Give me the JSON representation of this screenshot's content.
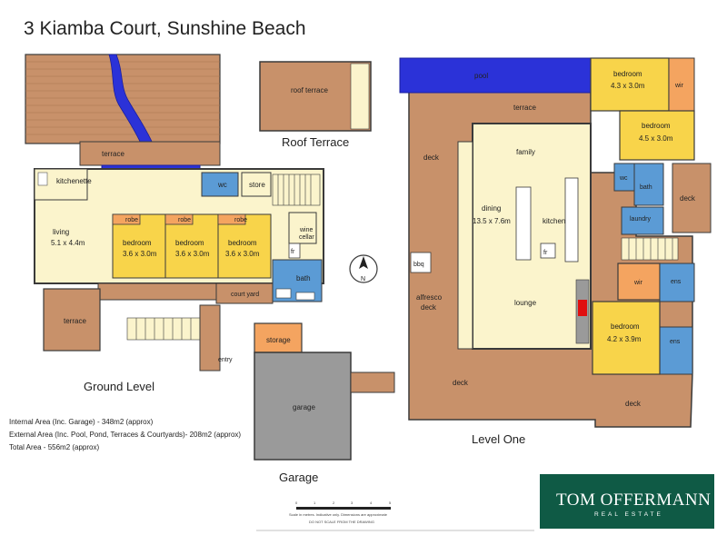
{
  "title": "3 Kiamba Court, Sunshine Beach",
  "levels": {
    "ground": "Ground Level",
    "roof": "Roof Terrace",
    "garage": "Garage",
    "level_one": "Level One"
  },
  "ground_rooms": {
    "terrace_top": "terrace",
    "pond": "pond",
    "wc": "wc",
    "store": "store",
    "kitchenette": "kitchenette",
    "living": "living",
    "living_size": "5.1 x 4.4m",
    "robe": "robe",
    "bedroom": "bedroom",
    "bedroom_size": "3.6 x 3.0m",
    "wine": "wine",
    "cellar": "cellar",
    "fr": "fr",
    "bath": "bath",
    "court_yard": "court yard",
    "terrace_bottom": "terrace",
    "entry": "entry"
  },
  "roof_rooms": {
    "roof_terrace": "roof terrace"
  },
  "garage_rooms": {
    "storage": "storage",
    "garage": "garage"
  },
  "level_one_rooms": {
    "pool": "pool",
    "terrace": "terrace",
    "deck": "deck",
    "family": "family",
    "dining": "dining",
    "dining_size": "13.5 x 7.6m",
    "kitchen": "kitchen",
    "fr": "fr",
    "bbq": "bbq",
    "alfresco": "alfresco",
    "alfresco2": "deck",
    "lounge": "lounge",
    "bedroom": "bedroom",
    "bed1_size": "4.3 x 3.0m",
    "bed2_size": "4.5 x 3.0m",
    "wir": "wir",
    "wc": "wc",
    "bath": "bath",
    "laundry": "laundry",
    "ens": "ens",
    "master_size": "4.2 x 3.9m"
  },
  "areas": {
    "internal": "Internal Area (Inc. Garage) - 348m2 (approx)",
    "external": "External Area (Inc. Pool, Pond, Terraces & Courtyards)- 208m2 (approx)",
    "total": "Total Area - 556m2 (approx)"
  },
  "compass": "N",
  "scale_bar": {
    "ticks": [
      "0",
      "1",
      "2",
      "3",
      "4",
      "5"
    ],
    "note": "Scale in metres. Indicative only. Dimensions are approximate",
    "warning": "DO NOT SCALE FROM THE DRAWING"
  },
  "brand": {
    "name": "TOM OFFERMANN",
    "tagline": "REAL ESTATE"
  },
  "colors": {
    "deck": "#c8916a",
    "room": "#fbf4cc",
    "bedroom": "#f8d44a",
    "wet": "#5b9bd5",
    "pool": "#2b32d8",
    "garage": "#9a9a9a",
    "storage": "#f4a460",
    "robe": "#f4a460",
    "roof": "#c8916a",
    "wall": "#3a3a3a",
    "brand_bg": "#0f5a45"
  }
}
